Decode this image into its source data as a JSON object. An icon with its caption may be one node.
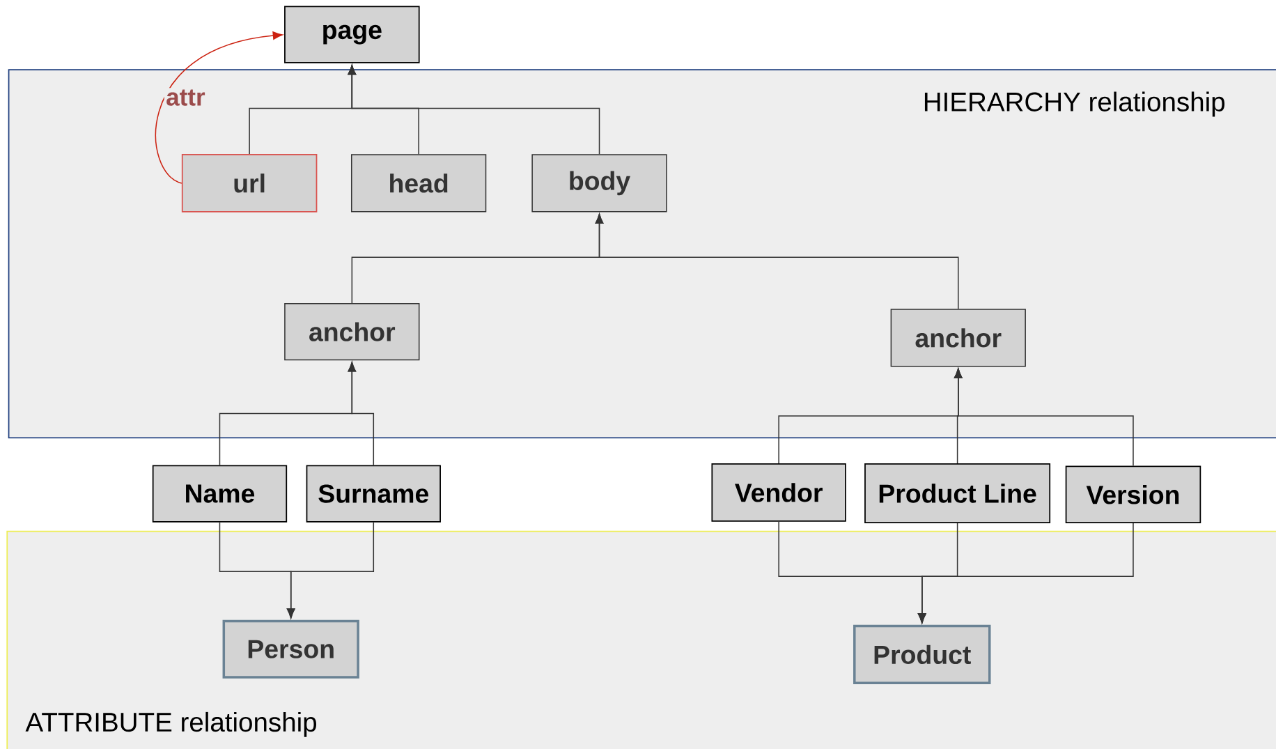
{
  "diagram": {
    "nodes": [
      {
        "text": [
          "HIERARCHY relationship"
        ]
      },
      {
        "text": [
          "ATTRIBUTE relationship"
        ]
      },
      {
        "text": [
          "page"
        ]
      },
      {
        "text": [
          "url"
        ],
        "in": 0
      },
      {
        "text": [
          "head"
        ],
        "in": 0
      },
      {
        "text": [
          "body"
        ],
        "in": 0
      },
      {
        "text": [
          "anchor"
        ],
        "in": 0
      },
      {
        "text": [
          "anchor"
        ],
        "in": 0
      },
      {
        "text": [
          "Name"
        ]
      },
      {
        "text": [
          "Surname"
        ]
      },
      {
        "text": [
          "Vendor"
        ]
      },
      {
        "text": [
          "Product Line"
        ]
      },
      {
        "text": [
          "Version"
        ]
      },
      {
        "text": [
          "Person"
        ],
        "in": 1
      },
      {
        "text": [
          "Product"
        ],
        "in": 1
      }
    ],
    "edges": [
      {
        "from": 3,
        "to": 2,
        "arrow": "to"
      },
      {
        "from": 4,
        "to": 2,
        "arrow": "to"
      },
      {
        "from": 5,
        "to": 2,
        "arrow": "to"
      },
      {
        "from": 3,
        "to": 2,
        "arrow": "to",
        "label": "attr",
        "color": "#cc2211"
      },
      {
        "from": 6,
        "to": 5,
        "arrow": "to"
      },
      {
        "from": 7,
        "to": 5,
        "arrow": "to"
      },
      {
        "from": 8,
        "to": 6,
        "arrow": "to"
      },
      {
        "from": 9,
        "to": 6,
        "arrow": "to"
      },
      {
        "from": 10,
        "to": 7,
        "arrow": "to"
      },
      {
        "from": 11,
        "to": 7,
        "arrow": "to"
      },
      {
        "from": 12,
        "to": 7,
        "arrow": "to"
      },
      {
        "from": 8,
        "to": 13,
        "arrow": "to"
      },
      {
        "from": 9,
        "to": 13,
        "arrow": "to"
      },
      {
        "from": 10,
        "to": 14,
        "arrow": "to"
      },
      {
        "from": 11,
        "to": 14,
        "arrow": "to"
      },
      {
        "from": 12,
        "to": 14,
        "arrow": "to"
      }
    ]
  }
}
